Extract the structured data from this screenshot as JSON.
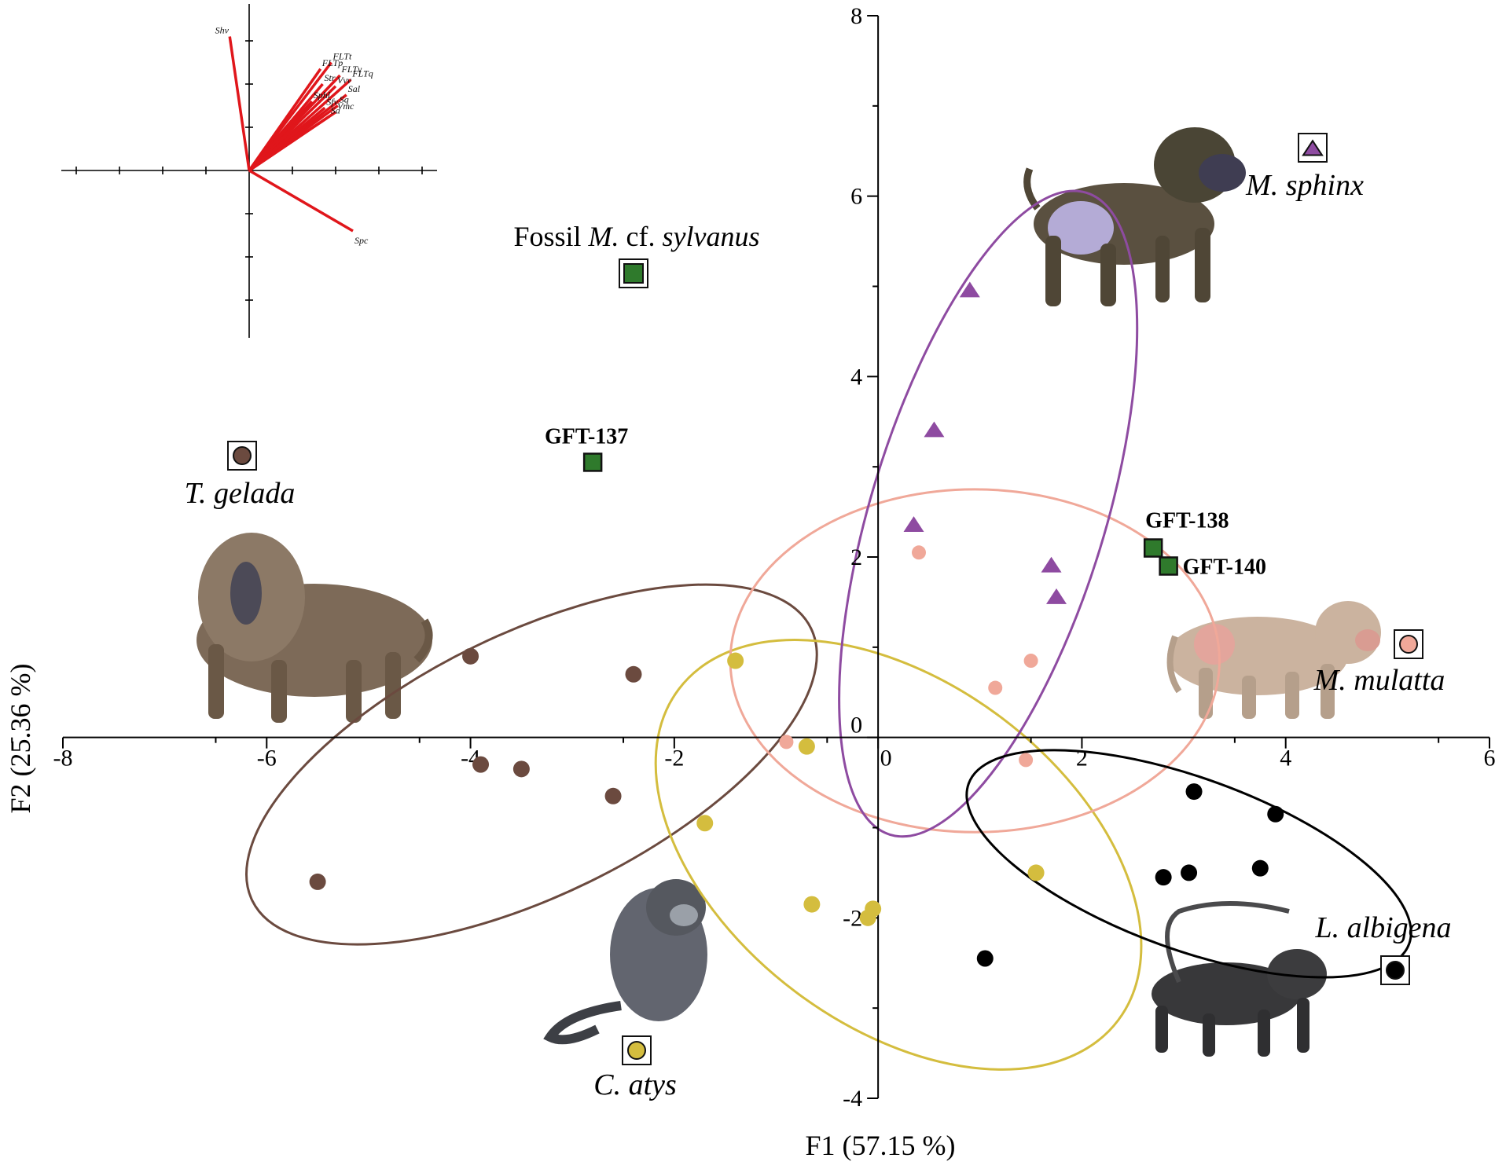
{
  "chart_data": {
    "type": "scatter",
    "xlabel": "F1 (57.15 %)",
    "ylabel": "F2 (25.36 %)",
    "xlim": [
      -8,
      6
    ],
    "ylim": [
      -4,
      8
    ],
    "x_ticks": [
      "-8",
      "-6",
      "-4",
      "-2",
      "0",
      "2",
      "4",
      "6"
    ],
    "y_ticks": [
      "-4",
      "-2",
      "0",
      "2",
      "4",
      "6",
      "8"
    ],
    "grid": false,
    "colors": {
      "T. gelada": "#6b4a3f",
      "C. atys": "#d4bd3e",
      "M. mulatta": "#f0a899",
      "M. sphinx": "#8e4ba1",
      "L. albigena": "#000000",
      "fossil": "#2f7a2c",
      "vectors": "#e0161b"
    },
    "series": [
      {
        "name": "T. gelada",
        "marker": "circle",
        "points": [
          [
            -4.0,
            0.9
          ],
          [
            -2.4,
            0.7
          ],
          [
            -3.9,
            -0.3
          ],
          [
            -3.5,
            -0.35
          ],
          [
            -2.6,
            -0.65
          ],
          [
            -5.5,
            -1.6
          ]
        ],
        "ellipse": {
          "center": [
            -3.4,
            -0.3
          ],
          "semi_axes": [
            3.05,
            1.45
          ],
          "angle_deg": 26
        }
      },
      {
        "name": "C. atys",
        "marker": "circle",
        "points": [
          [
            -1.4,
            0.85
          ],
          [
            -0.7,
            -0.1
          ],
          [
            -1.7,
            -0.95
          ],
          [
            -0.65,
            -1.85
          ],
          [
            1.55,
            -1.5
          ],
          [
            -0.05,
            -1.9
          ],
          [
            -0.1,
            -2.0
          ]
        ],
        "ellipse": {
          "center": [
            0.2,
            -1.3
          ],
          "semi_axes": [
            2.7,
            1.9
          ],
          "angle_deg": -37
        }
      },
      {
        "name": "M. mulatta",
        "marker": "circle",
        "points": [
          [
            0.4,
            2.05
          ],
          [
            1.5,
            0.85
          ],
          [
            1.15,
            0.55
          ],
          [
            -0.9,
            -0.05
          ],
          [
            1.45,
            -0.25
          ]
        ],
        "ellipse": {
          "center": [
            0.95,
            0.85
          ],
          "semi_axes": [
            2.4,
            1.9
          ],
          "angle_deg": 0
        }
      },
      {
        "name": "M. sphinx",
        "marker": "triangle",
        "points": [
          [
            0.9,
            4.95
          ],
          [
            0.55,
            3.4
          ],
          [
            0.35,
            2.35
          ],
          [
            1.7,
            1.9
          ],
          [
            1.75,
            1.55
          ]
        ],
        "ellipse": {
          "center": [
            1.08,
            2.48
          ],
          "semi_axes": [
            1.15,
            3.72
          ],
          "angle_deg": -17
        }
      },
      {
        "name": "L. albigena",
        "marker": "circle",
        "points": [
          [
            3.1,
            -0.6
          ],
          [
            3.9,
            -0.85
          ],
          [
            2.8,
            -1.55
          ],
          [
            3.05,
            -1.5
          ],
          [
            3.75,
            -1.45
          ],
          [
            1.05,
            -2.45
          ]
        ],
        "ellipse": {
          "center": [
            3.05,
            -1.4
          ],
          "semi_axes": [
            2.3,
            0.95
          ],
          "angle_deg": -20
        }
      }
    ],
    "fossil_specimens": [
      {
        "label": "GFT-137",
        "x": -2.8,
        "y": 3.05
      },
      {
        "label": "GFT-138",
        "x": 2.7,
        "y": 2.1
      },
      {
        "label": "GFT-140",
        "x": 2.85,
        "y": 1.9
      }
    ],
    "legend": [
      {
        "name": "T. gelada",
        "marker": "circle",
        "location": "left"
      },
      {
        "name": "C. atys",
        "marker": "circle",
        "location": "bottom-center"
      },
      {
        "name": "M. mulatta",
        "marker": "circle",
        "location": "right"
      },
      {
        "name": "M. sphinx",
        "marker": "triangle",
        "location": "top-right"
      },
      {
        "name": "L. albigena",
        "marker": "circle",
        "location": "bottom-right"
      },
      {
        "name_prefix": "Fossil",
        "name_genus": "M.",
        "name_mid": "cf.",
        "name_species": "sylvanus",
        "marker": "square",
        "location": "top-center"
      }
    ],
    "loadings": {
      "location": "top-left",
      "vectors": [
        {
          "label": "Shv",
          "x": -0.45,
          "y": 3.1
        },
        {
          "label": "FLTt",
          "x": 1.9,
          "y": 2.5
        },
        {
          "label": "FLTp",
          "x": 1.65,
          "y": 2.35
        },
        {
          "label": "FLTv",
          "x": 2.1,
          "y": 2.2
        },
        {
          "label": "FLTq",
          "x": 2.35,
          "y": 2.1
        },
        {
          "label": "Str",
          "x": 1.7,
          "y": 2.0
        },
        {
          "label": "Vvv",
          "x": 2.0,
          "y": 1.95
        },
        {
          "label": "Sal",
          "x": 2.25,
          "y": 1.75
        },
        {
          "label": "Sphl",
          "x": 1.45,
          "y": 1.6
        },
        {
          "label": "Sq",
          "x": 2.05,
          "y": 1.5
        },
        {
          "label": "Sfv",
          "x": 1.75,
          "y": 1.45
        },
        {
          "label": "Vmc",
          "x": 2.0,
          "y": 1.35
        },
        {
          "label": "Sa",
          "x": 1.85,
          "y": 1.25
        },
        {
          "label": "Spc",
          "x": 2.4,
          "y": -1.4
        }
      ]
    }
  }
}
